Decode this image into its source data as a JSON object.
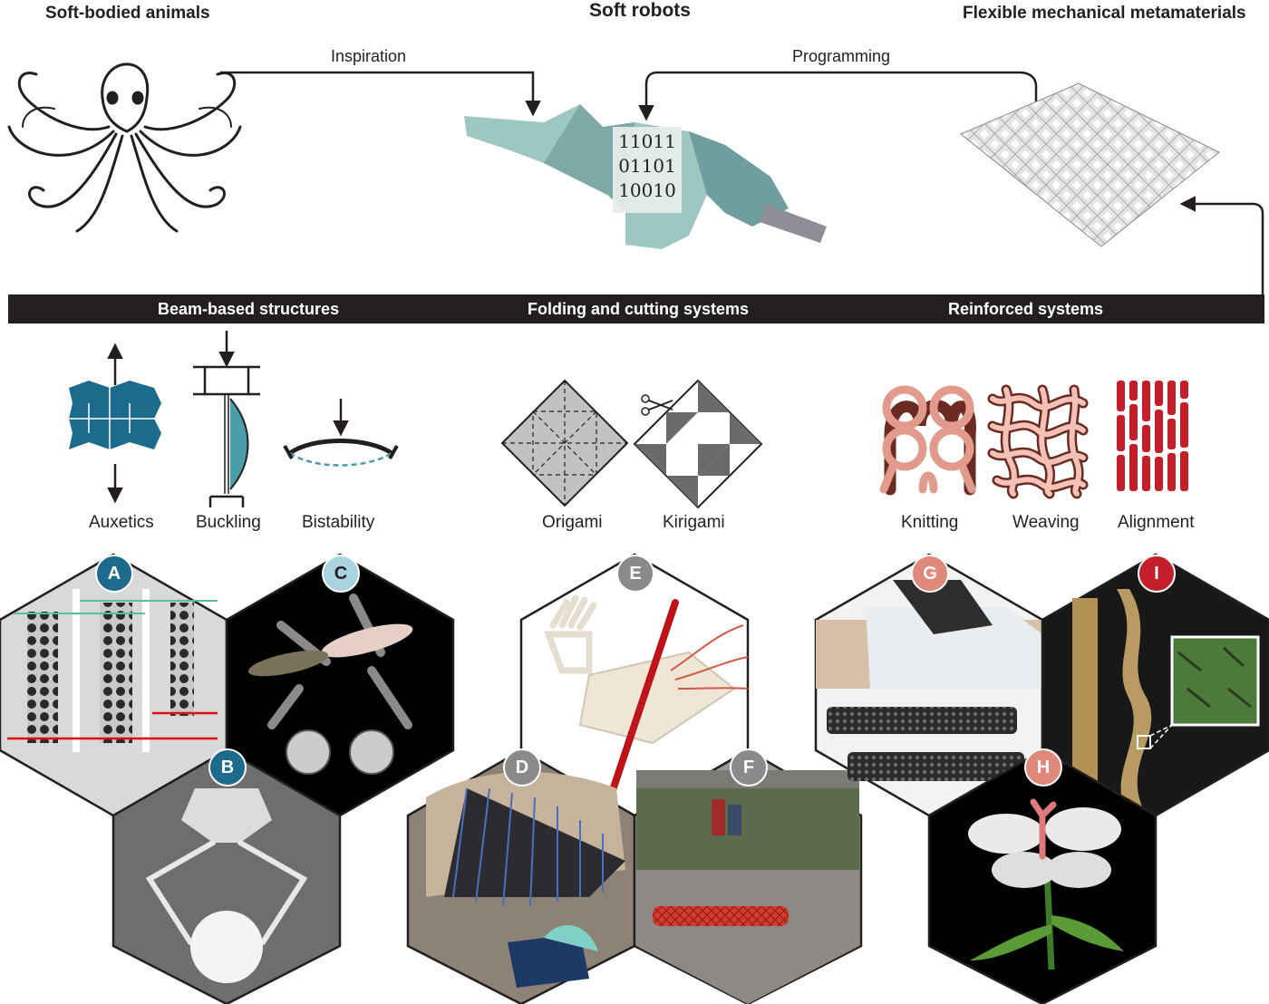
{
  "headers": {
    "left": "Soft-bodied animals",
    "center": "Soft robots",
    "right": "Flexible mechanical  metamaterials"
  },
  "arrows": {
    "inspiration": "Inspiration",
    "programming": "Programming"
  },
  "robot_code": [
    "11011",
    "01101",
    "10010"
  ],
  "categories": {
    "beam": "Beam-based structures",
    "folding": "Folding and cutting systems",
    "reinforced": "Reinforced systems"
  },
  "mechanisms": {
    "auxetics": "Auxetics",
    "buckling": "Buckling",
    "bistability": "Bistability",
    "origami": "Origami",
    "kirigami": "Kirigami",
    "knitting": "Knitting",
    "weaving": "Weaving",
    "alignment": "Alignment"
  },
  "panels": [
    {
      "letter": "A",
      "color": "#1c6a8c"
    },
    {
      "letter": "B",
      "color": "#1c6a8c"
    },
    {
      "letter": "C",
      "color": "#a9d3e0"
    },
    {
      "letter": "D",
      "color": "#8a8a8c"
    },
    {
      "letter": "E",
      "color": "#8a8a8c"
    },
    {
      "letter": "F",
      "color": "#8a8a8c"
    },
    {
      "letter": "G",
      "color": "#e0897a"
    },
    {
      "letter": "H",
      "color": "#e0897a"
    },
    {
      "letter": "I",
      "color": "#c41e2a"
    }
  ],
  "colors": {
    "auxetic_blue": "#1c6a8c",
    "buckling_teal": "#4a9eab",
    "knit_pink": "#e29a8c",
    "alignment_red": "#c41e2a",
    "bar_black": "#231f20"
  }
}
